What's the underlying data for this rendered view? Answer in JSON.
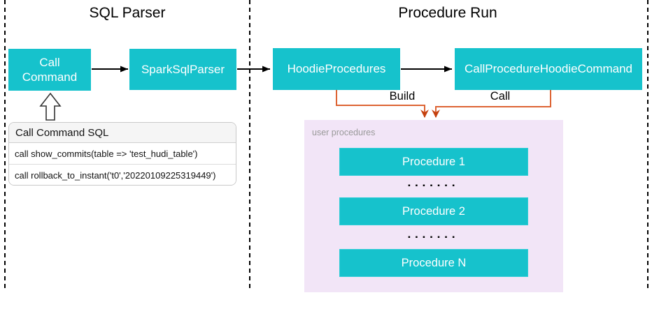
{
  "titles": {
    "left": "SQL Parser",
    "right": "Procedure Run"
  },
  "nodes": {
    "call_command": {
      "label": "Call Command"
    },
    "spark_sql_parser": {
      "label": "SparkSqlParser"
    },
    "hoodie_procedures": {
      "label": "HoodieProcedures"
    },
    "call_procedure_hoodie_command": {
      "label": "CallProcedureHoodieCommand"
    }
  },
  "edges": {
    "build_label": "Build",
    "call_label": "Call"
  },
  "sql_box": {
    "header": "Call Command SQL",
    "rows": [
      "call show_commits(table => 'test_hudi_table')",
      "call rollback_to_instant('t0','20220109225319449')"
    ]
  },
  "procedures_panel": {
    "label": "user procedures",
    "items": [
      "Procedure 1",
      "Procedure 2",
      "Procedure N"
    ],
    "ellipsis": "▪▪▪▪▪▪▪"
  },
  "icons": {
    "up_block_arrow": "hollow upward block arrow",
    "down_arrows": "two red-orange arrowheads pointing into user procedures panel"
  },
  "colors": {
    "node_teal": "#16C2CC",
    "panel_purple": "#F2E5F7",
    "edge_orange": "#DD6333",
    "arrow_red": "#C4400E",
    "label_gray": "#999999"
  }
}
